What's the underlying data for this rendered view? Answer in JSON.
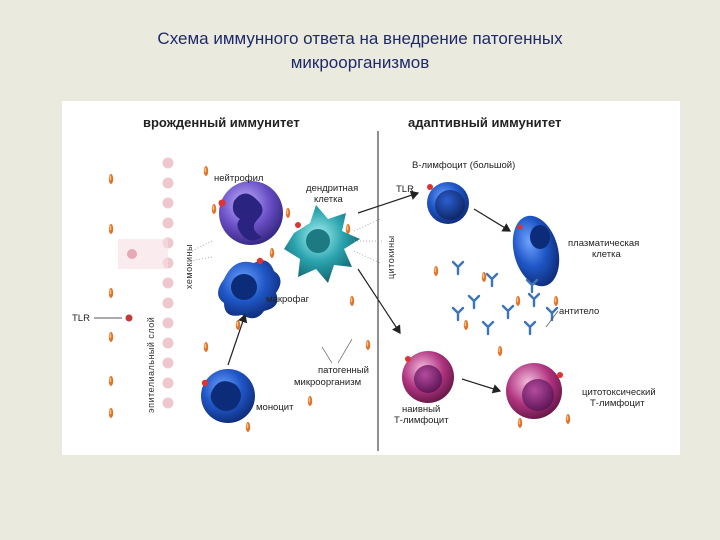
{
  "title": {
    "line1": "Схема иммунного ответа на внедрение патогенных",
    "line2": "микроорганизмов"
  },
  "diagram": {
    "header_innate": "врожденный иммунитет",
    "header_adaptive": "адаптивный иммунитет",
    "epithelium": "эпителиальный слой",
    "chemokines": "хемокины",
    "cytokines": "цитокины",
    "tlr_left": "TLR",
    "tlr_b": "TLR",
    "neutrophil": "нейтрофил",
    "dendritic_1": "дендритная",
    "dendritic_2": "клетка",
    "macrophage": "макрофаг",
    "monocyte": "моноцит",
    "pathogen_1": "патогенный",
    "pathogen_2": "микроорганизм",
    "b_lymphocyte": "B-лимфоцит (большой)",
    "plasma_1": "плазматическая",
    "plasma_2": "клетка",
    "antibody": "антитело",
    "naive_1": "наивный",
    "naive_2": "Т-лимфоцит",
    "cytotoxic_1": "цитотоксический",
    "cytotoxic_2": "Т-лимфоцит"
  },
  "colors": {
    "title": "#1f2a6b",
    "slide_bg": "#ebeadf",
    "blue_cell": "#1f57c7",
    "purple_cell": "#6a4fc6",
    "teal_cell": "#2aa3ae",
    "magenta_cell": "#b0337f",
    "pathogen": "#e0712a",
    "epithelium": "#e8b9c2"
  }
}
